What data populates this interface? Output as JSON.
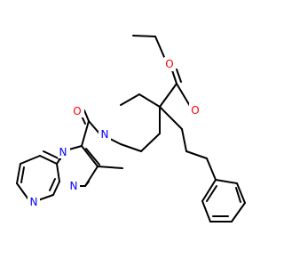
{
  "molecule": {
    "atoms": {
      "carbonyl_o": "O",
      "ester_o_double": "O",
      "ester_o_single": "O",
      "piperidine_n": "N",
      "bridge_n": "N",
      "pyrimidine_n": "N",
      "imidazole_n": "N"
    }
  },
  "colors": {
    "bond": "#000000",
    "oxygen": "#ff0000",
    "nitrogen": "#0000ff"
  }
}
